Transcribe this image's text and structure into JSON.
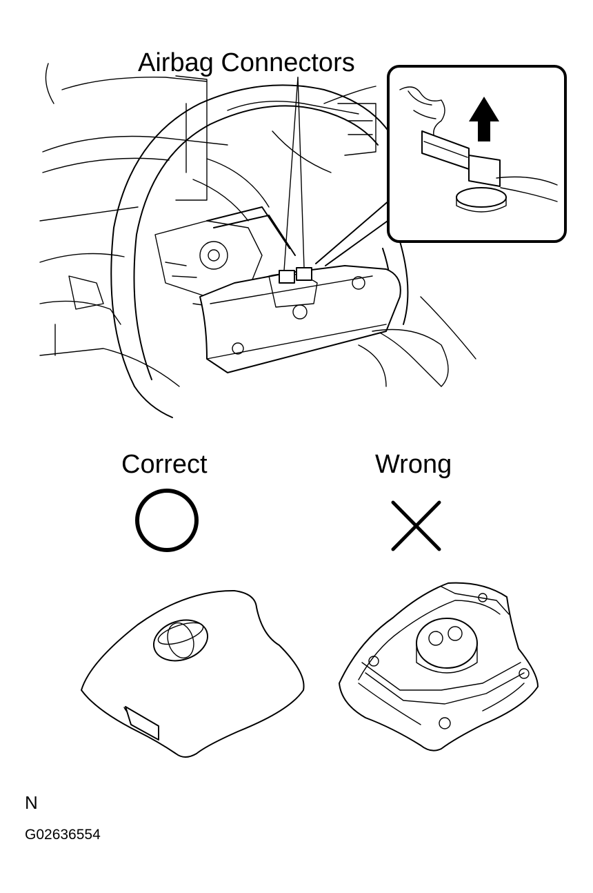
{
  "labels": {
    "connectors": "Airbag Connectors",
    "correct": "Correct",
    "wrong": "Wrong",
    "code": "N",
    "figure_id": "G02636554"
  },
  "symbols": {
    "correct": "circle-icon",
    "wrong": "cross-icon",
    "direction": "arrow-up-icon"
  }
}
